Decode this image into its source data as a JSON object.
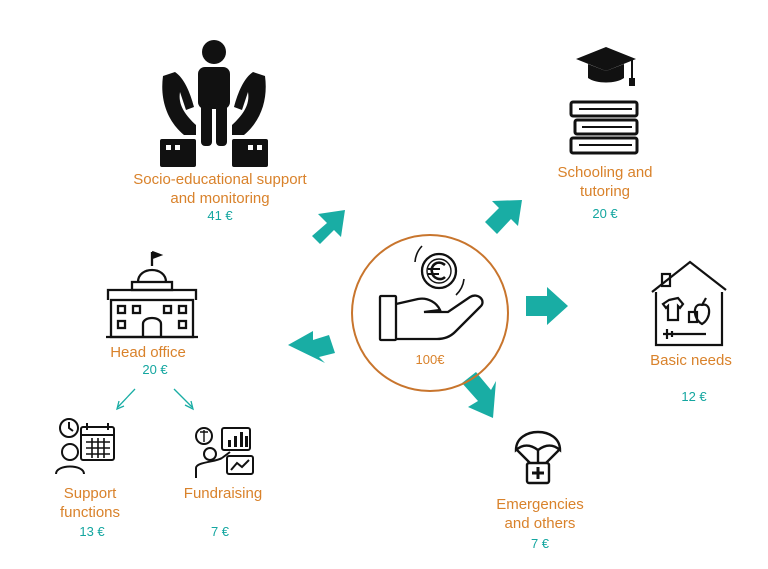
{
  "center": {
    "amount": "100€",
    "icon": "hand-euro-coin-icon"
  },
  "categories": {
    "socio": {
      "label_line1": "Socio-educational support",
      "label_line2": "and monitoring",
      "amount": "41 €",
      "icon": "protected-person-icon"
    },
    "school": {
      "label_line1": "Schooling and",
      "label_line2": "tutoring",
      "amount": "20 €",
      "icon": "graduation-books-icon"
    },
    "basic": {
      "label": "Basic needs",
      "amount": "12 €",
      "icon": "house-needs-icon"
    },
    "emerg": {
      "label_line1": "Emergencies",
      "label_line2": "and others",
      "amount": "7 €",
      "icon": "parachute-aid-icon"
    },
    "head": {
      "label": "Head office",
      "amount": "20 €",
      "icon": "building-icon"
    },
    "support": {
      "label_line1": "Support",
      "label_line2": "functions",
      "amount": "13 €",
      "icon": "person-calendar-icon"
    },
    "fund": {
      "label": "Fundraising",
      "amount": "7 €",
      "icon": "presenter-chart-icon"
    }
  },
  "colors": {
    "label": "#D9822B",
    "amount": "#14A6A0",
    "arrow": "#19ADA4",
    "circle": "#C8752D",
    "icon": "#1a1a1a"
  }
}
